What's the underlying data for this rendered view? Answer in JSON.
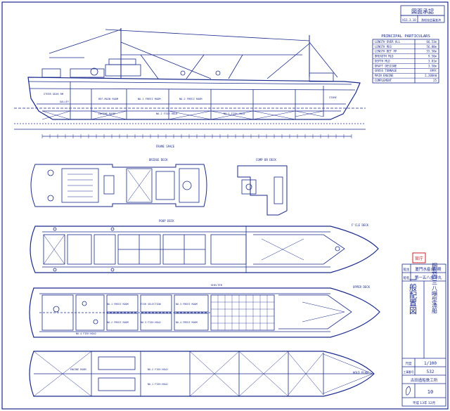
{
  "stamp": {
    "title": "図面承認",
    "row1": "H13.3.10",
    "row2": "漁船協会審査済"
  },
  "particulars": {
    "heading": "PRINCIPAL PARTICULARS",
    "rows": [
      {
        "label": "LENGTH OVER ALL",
        "value": "66.53m"
      },
      {
        "label": "LENGTH REG",
        "value": "56.80m"
      },
      {
        "label": "LENGTH BET PP",
        "value": "55.50m"
      },
      {
        "label": "BREADTH MLD",
        "value": "9.50m"
      },
      {
        "label": "DEPTH MLD",
        "value": "3.81m"
      },
      {
        "label": "DRAFT DESIGNE",
        "value": "3.50m"
      },
      {
        "label": "GROSS TONNAGE",
        "value": "499t"
      },
      {
        "label": "MAIN ENGINE",
        "value": "2,206kW"
      },
      {
        "label": "COMPLEMENT",
        "value": "25"
      }
    ]
  },
  "profile_labels": {
    "steer_room": "STEER GEAR RM",
    "galley": "GALLEY",
    "ref_main_room": "REF.MAIN ROOM",
    "freez_room_1": "NO.1 FREEZ ROOM",
    "freez_room_2": "NO.2 FREEZ ROOM",
    "engine_room": "ENGINE ROOM",
    "fish_hold_2": "NO.2 FISH HOLD",
    "fish_hold_1": "NO.1 FISH HOLD",
    "store": "STORE",
    "frame_space": "FRAME SPACE"
  },
  "deck_titles": {
    "bridge": "BRIDGE DECK",
    "compass": "COMP BR DECK",
    "poop": "POOP DECK",
    "fcle": "F'CLE DECK",
    "upper": "UPPER DECK",
    "hold": "HOLD PLAN",
    "shelter": "SHELTER"
  },
  "deck_labels": {
    "fish_selection": "FISH SELECTION",
    "no3_fish_hold": "NO.3 FISH HOLD",
    "no4_fish_hold": "NO.4 FISH HOLD",
    "freez_room_a": "NO.1 FREEZ ROOM",
    "freez_room_b": "NO.2 FREEZ ROOM",
    "freez_room_c": "NO.3 FREEZ ROOM",
    "freez_room_d": "NO.4 FREEZ ROOM",
    "hold_engine": "ENGINE ROOM",
    "hold_fish_1": "NO.1 FISH HOLD",
    "hold_fish_2": "NO.2 FISH HOLD"
  },
  "title_block": {
    "approval_mark": "官庁",
    "owner_key": "船主",
    "owner": "厦門水産(株)殿",
    "shipname_key": "船名",
    "shipname": "第一五八吉洋丸",
    "drawing_title": "一般配置図",
    "ship_type": "鋼製四三八噸型漁船",
    "scale_key": "尺度",
    "scale": "1/100",
    "job_key": "工事番号",
    "job": "532",
    "builder": "古田造船鉄工所",
    "sheet_no": "10",
    "date": "平成 13年 12月"
  },
  "colors": {
    "ink": "#1a2a8c",
    "paper": "#ffffff",
    "hatch": "#3a4cb0",
    "stamp_red": "#c8202a"
  }
}
